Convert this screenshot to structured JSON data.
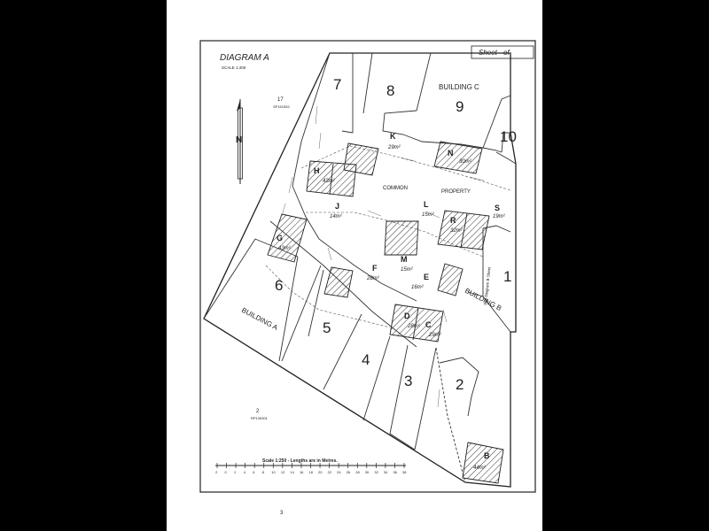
{
  "diagram": {
    "title": "DIAGRAM A",
    "scale_note": "SCALE 1:400",
    "sheet_label": "Sheet",
    "sheet_of": "of",
    "north_label": "N",
    "page_number": "3",
    "scale_bar": {
      "caption": "Scale 1:250 - Lengths are in Metres.",
      "ticks": [
        "2",
        "0",
        "2",
        "4",
        "6",
        "8",
        "10",
        "12",
        "14",
        "16",
        "18",
        "20",
        "22",
        "24",
        "26",
        "28",
        "30",
        "32",
        "34",
        "36",
        "38"
      ]
    },
    "neighbours": {
      "top_left_num": "17",
      "top_left_ref": "SP151552",
      "bottom_num": "2",
      "bottom_ref": "RP135301"
    },
    "lots": [
      {
        "id": "lot-7",
        "label": "7"
      },
      {
        "id": "lot-8",
        "label": "8"
      },
      {
        "id": "lot-9",
        "label": "9"
      },
      {
        "id": "lot-10",
        "label": "10"
      },
      {
        "id": "lot-6",
        "label": "6"
      },
      {
        "id": "lot-5",
        "label": "5"
      },
      {
        "id": "lot-4",
        "label": "4"
      },
      {
        "id": "lot-3",
        "label": "3"
      },
      {
        "id": "lot-2",
        "label": "2"
      },
      {
        "id": "lot-1",
        "label": "1"
      }
    ],
    "buildings": [
      {
        "id": "building-a",
        "label": "BUILDING A"
      },
      {
        "id": "building-b",
        "label": "BUILDING B"
      },
      {
        "id": "building-c",
        "label": "BUILDING C"
      }
    ],
    "see_note": "See Diagram B Sheet",
    "common_property": [
      "COMMON",
      "PROPERTY"
    ],
    "exclusive_areas": [
      {
        "letter": "K",
        "area": "29m²"
      },
      {
        "letter": "N",
        "area": "30m²"
      },
      {
        "letter": "H",
        "area": "43m²"
      },
      {
        "letter": "J",
        "area": "14m²"
      },
      {
        "letter": "L",
        "area": "15m²"
      },
      {
        "letter": "R",
        "area": "32m²"
      },
      {
        "letter": "S",
        "area": "19m²"
      },
      {
        "letter": "G",
        "area": "43m²"
      },
      {
        "letter": "F",
        "area": "28m²"
      },
      {
        "letter": "M",
        "area": "15m²"
      },
      {
        "letter": "E",
        "area": "16m²"
      },
      {
        "letter": "D",
        "area": "28m²"
      },
      {
        "letter": "C",
        "area": "29m²"
      },
      {
        "letter": "B",
        "area": "44m²"
      }
    ]
  }
}
